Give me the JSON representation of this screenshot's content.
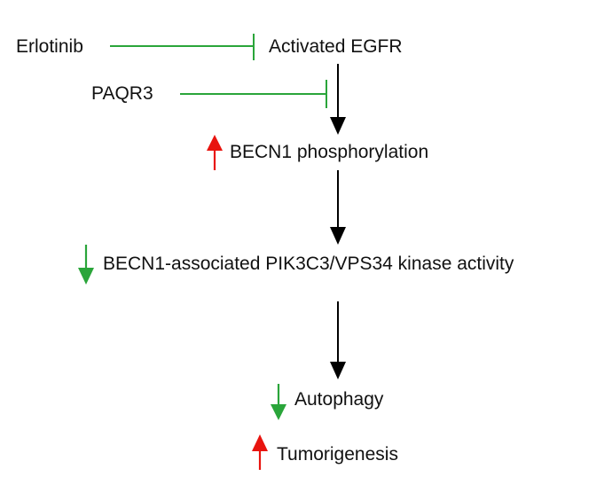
{
  "nodes": {
    "erlotinib": "Erlotinib",
    "egfr": "Activated EGFR",
    "paqr3": "PAQR3",
    "becn1_phos": "BECN1 phosphorylation",
    "vps34": "BECN1-associated PIK3C3/VPS34 kinase activity",
    "autophagy": "Autophagy",
    "tumorigenesis": "Tumorigenesis"
  },
  "indicators": {
    "becn1_phos": "up",
    "vps34": "down",
    "autophagy": "down",
    "tumorigenesis": "up"
  },
  "edges": [
    {
      "from": "erlotinib",
      "to": "egfr",
      "type": "inhibition"
    },
    {
      "from": "paqr3",
      "to": "egfr",
      "type": "inhibition"
    },
    {
      "from": "egfr",
      "to": "becn1_phos",
      "type": "activation"
    },
    {
      "from": "becn1_phos",
      "to": "vps34",
      "type": "activation"
    },
    {
      "from": "vps34",
      "to": "autophagy",
      "type": "activation"
    }
  ],
  "colors": {
    "up_arrow": "#e8140f",
    "down_arrow": "#2aa53a",
    "inhibition": "#2aa53a",
    "activation": "#000000",
    "text": "#111111"
  }
}
